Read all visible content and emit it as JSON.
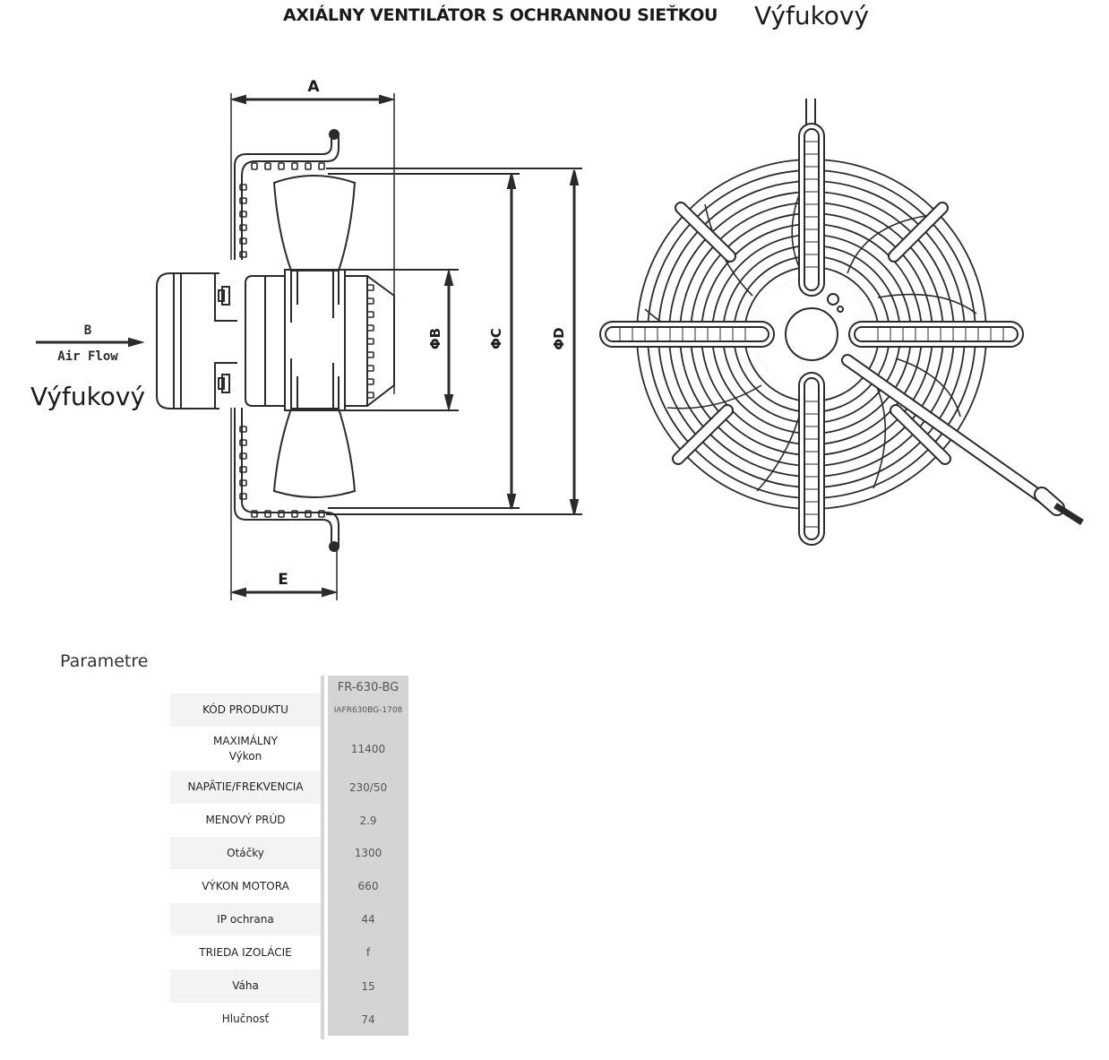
{
  "header": {
    "title": "AXIÁLNY VENTILÁTOR S OCHRANNOU SIEŤKOU",
    "subtitle": "Výfukový"
  },
  "side_view": {
    "dimension_labels": {
      "a": "A",
      "e": "E",
      "phi_b": "ΦB",
      "phi_c": "ΦC",
      "phi_d": "ΦD"
    },
    "airflow": {
      "letter": "B",
      "label": "Air Flow",
      "type_label": "Výfukový"
    }
  },
  "front_view": {
    "description": "fan guard front view with cable"
  },
  "parameters": {
    "title": "Parametre",
    "model_header": "FR-630-BG",
    "rows": [
      {
        "name": "KÓD PRODUKTU",
        "value": "IAFR630BG-1708"
      },
      {
        "name": "MAXIMÁLNY\nVýkon",
        "value": "11400"
      },
      {
        "name": "NAPÄTIE/FREKVENCIA",
        "value": "230/50"
      },
      {
        "name": "MENOVÝ PRÚD",
        "value": "2.9"
      },
      {
        "name": "Otáčky",
        "value": "1300"
      },
      {
        "name": "VÝKON MOTORA",
        "value": "660"
      },
      {
        "name": "IP ochrana",
        "value": "44"
      },
      {
        "name": "TRIEDA IZOLÁCIE",
        "value": "f"
      },
      {
        "name": "Váha",
        "value": "15"
      },
      {
        "name": "Hlučnosť",
        "value": "74"
      }
    ]
  },
  "colors": {
    "line": "#2b2b2e",
    "table_value_bg": "#d4d4d4",
    "table_row_shade": "#f3f3f3"
  }
}
